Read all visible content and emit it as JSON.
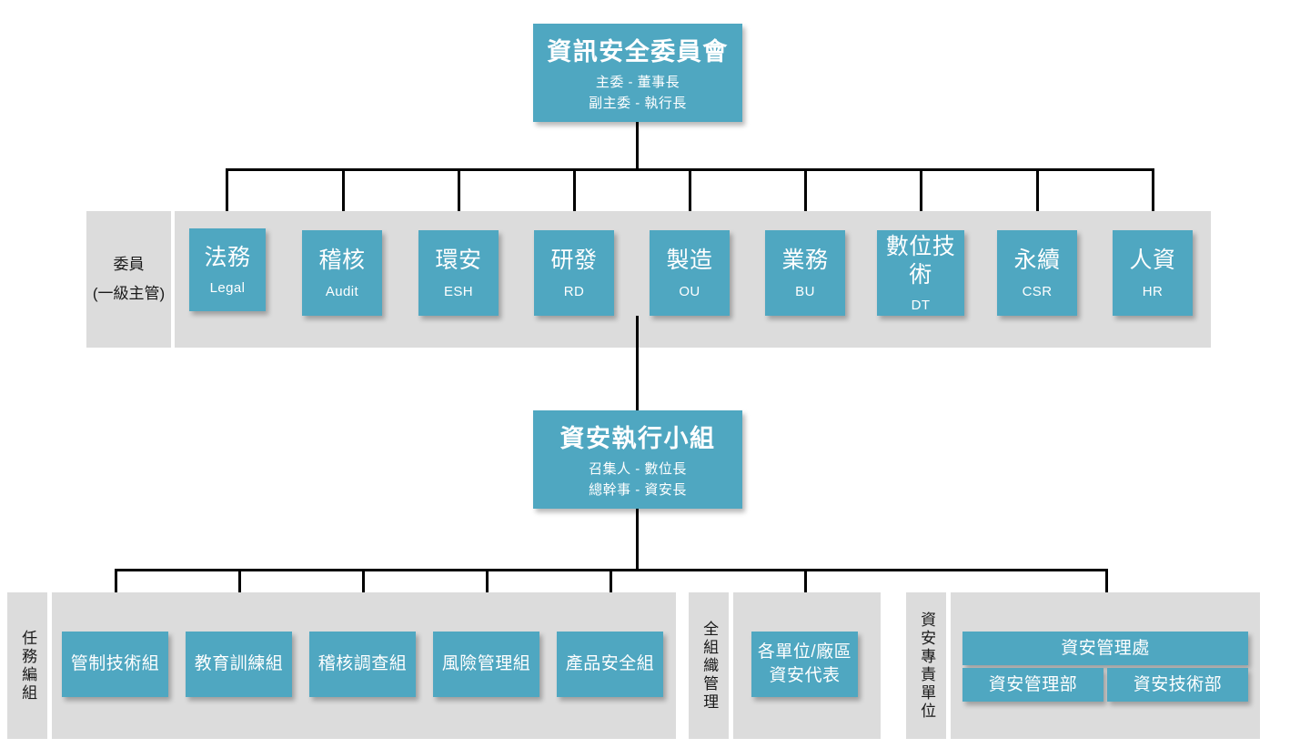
{
  "diagram": {
    "title_root": {
      "title": "資訊安全委員會",
      "sub_line1": "主委 - 董事長",
      "sub_line2": "副主委 - 執行長"
    },
    "committee": {
      "label_line1": "委員",
      "label_line2": "(一級主管)",
      "members": [
        {
          "cn": "法務",
          "en": "Legal"
        },
        {
          "cn": "稽核",
          "en": "Audit"
        },
        {
          "cn": "環安",
          "en": "ESH"
        },
        {
          "cn": "研發",
          "en": "RD"
        },
        {
          "cn": "製造",
          "en": "OU"
        },
        {
          "cn": "業務",
          "en": "BU"
        },
        {
          "cn": "數位技術",
          "en": "DT"
        },
        {
          "cn": "永續",
          "en": "CSR"
        },
        {
          "cn": "人資",
          "en": "HR"
        }
      ]
    },
    "exec_group": {
      "title": "資安執行小組",
      "sub_line1": "召集人 - 數位長",
      "sub_line2": "總幹事 - 資安長"
    },
    "bottom": {
      "task_force": {
        "label": "任務編組",
        "items": [
          {
            "cn": "管制技術組"
          },
          {
            "cn": "教育訓練組"
          },
          {
            "cn": "稽核調查組"
          },
          {
            "cn": "風險管理組"
          },
          {
            "cn": "產品安全組"
          }
        ]
      },
      "org_wide": {
        "label": "全組織管理",
        "items": [
          {
            "line1": "各單位/廠區",
            "line2": "資安代表"
          }
        ]
      },
      "dedicated_unit": {
        "label": "資安專責單位",
        "head": "資安管理處",
        "departments": [
          {
            "cn": "資安管理部"
          },
          {
            "cn": "資安技術部"
          }
        ]
      }
    },
    "colors": {
      "node": "#4fa7c1",
      "band": "#dcdcdc",
      "line": "#000000",
      "text_on_node": "#ffffff"
    }
  }
}
